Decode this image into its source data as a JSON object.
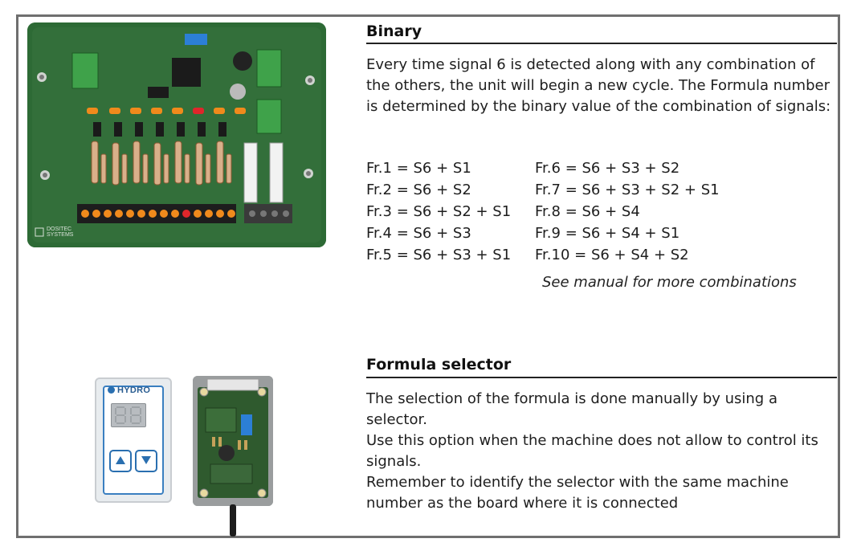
{
  "binary": {
    "title": "Binary",
    "intro": "Every time signal 6 is detected along with any combination of the others, the unit will begin a new cycle. The Formula number is determined by the binary value of the combination of signals:",
    "formulas_left": [
      "Fr.1 = S6 + S1",
      "Fr.2 = S6 + S2",
      "Fr.3 = S6 + S2 + S1",
      "Fr.4 = S6 + S3",
      "Fr.5 = S6 + S3 + S1"
    ],
    "formulas_right": [
      "Fr.6 = S6 + S3 + S2",
      "Fr.7 = S6 + S3 + S2 + S1",
      "Fr.8 = S6 + S4",
      "Fr.9 = S6 + S4 + S1",
      "Fr.10 = S6 + S4 + S2"
    ],
    "note": "See manual for more combinations"
  },
  "formula_selector": {
    "title": "Formula selector",
    "lines": [
      "The selection of the formula is done manually by using a selector.",
      "Use this option when the machine does not allow to control its signals.",
      "Remember to identify the selector with the same machine number as the board where it is connected"
    ]
  },
  "device": {
    "brand": "HYDRO",
    "display_value": "88",
    "board_logo": "DOSITEC",
    "board_logo_sub": "SYSTEMS"
  },
  "colors": {
    "board_green": "#2f6b36",
    "accent_blue": "#2a6fb0",
    "led_orange": "#f08a1c",
    "led_red": "#e0262b"
  }
}
